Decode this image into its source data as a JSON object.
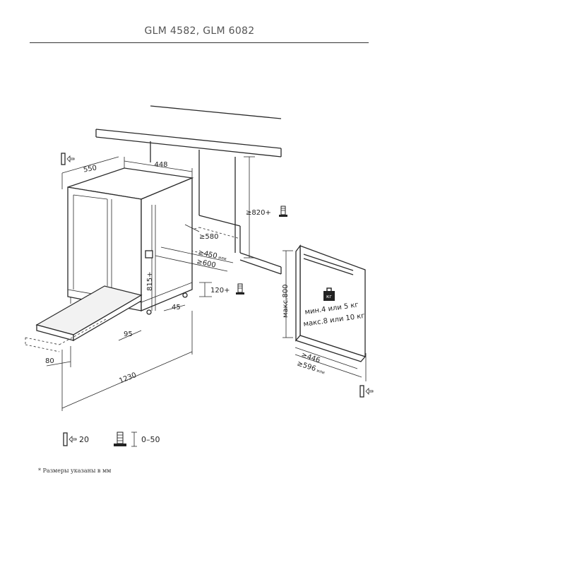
{
  "header": {
    "title": "GLM 4582, GLM 6082"
  },
  "dimensions": {
    "depth": "550",
    "width_top": "448",
    "niche_height": "≥820+",
    "niche_depth": "≥580",
    "niche_width_450": "≥450",
    "niche_width_600": "≥600",
    "or_label": "или",
    "appliance_height": "815+",
    "plinth_height": "120+",
    "plinth_gap": "45",
    "door_offset": "95",
    "door_thickness": "80",
    "total_open_depth": "1230"
  },
  "door_panel": {
    "max_height": "макс.800",
    "weight_icon_label": "кг",
    "weight_line_1": "мин.4  или 5 кг",
    "weight_line_2": "макс.8 или 10 кг",
    "width_446": "≥446",
    "width_596": "≥596",
    "or_label": "или"
  },
  "legend": {
    "door_adjust_value": "20",
    "foot_adjust_value": "0–50"
  },
  "footnote": "* Размеры указаны в мм",
  "icons": [
    "door-fix-icon",
    "foot-adjust-icon",
    "weight-icon"
  ]
}
